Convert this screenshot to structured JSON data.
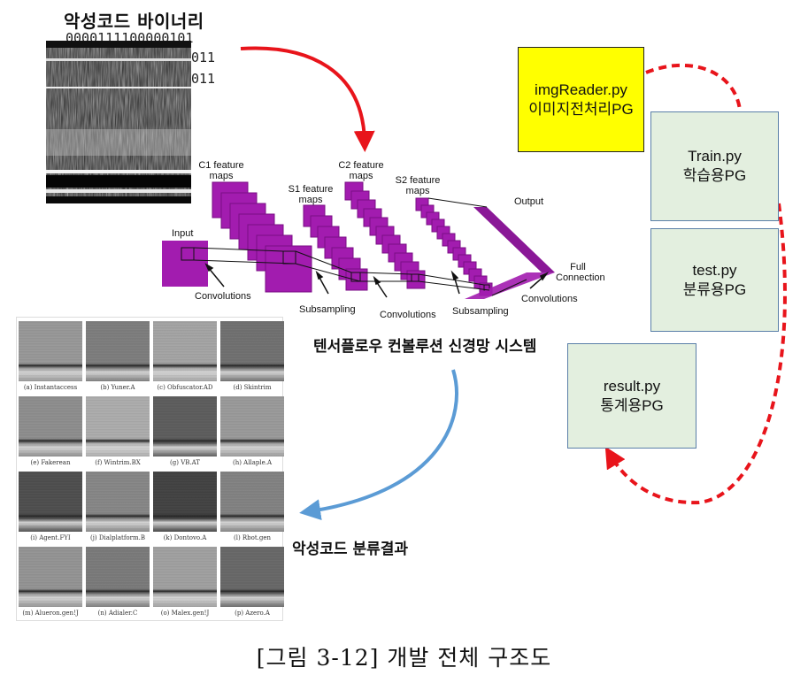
{
  "binary": {
    "title": "악성코드 바이너리",
    "lines": [
      "0000111100000101",
      "011",
      "011"
    ]
  },
  "cnn": {
    "c1": "C1 feature maps",
    "s1": "S1 feature maps",
    "c2": "C2 feature maps",
    "s2": "S2 feature maps",
    "output": "Output",
    "input": "Input",
    "full_connection": "Full Connection",
    "convolutions_1": "Convolutions",
    "subsampling_1": "Subsampling",
    "convolutions_2": "Convolutions",
    "subsampling_2": "Subsampling",
    "convolutions_3": "Convolutions",
    "caption": "텐서플로우 컨볼루션 신경망 시스템",
    "map_color": "#a21caf",
    "map_dark": "#7a0e85"
  },
  "results": {
    "caption": "악성코드 분류결과",
    "samples": [
      "(a) Instantaccess",
      "(b) Yuner.A",
      "(c) Obfuscator.AD",
      "(d) Skintrim",
      "(e) Fakerean",
      "(f) Wintrim.BX",
      "(g) VB.AT",
      "(h) Allaple.A",
      "(i) Agent.FYI",
      "(j) Dialplatform.B",
      "(k) Dontovo.A",
      "(l) Rbot.gen",
      "(m) Alueron.gen!J",
      "(n) Adialer.C",
      "(o) Malex.gen!J",
      "(p) Azero.A"
    ]
  },
  "programs": {
    "imgreader": {
      "name": "imgReader.py",
      "desc": "이미지전처리PG",
      "color": "#ffff00"
    },
    "train": {
      "name": "Train.py",
      "desc": "학습용PG",
      "color": "#e3efdf"
    },
    "test": {
      "name": "test.py",
      "desc": "분류용PG",
      "color": "#e3efdf"
    },
    "result": {
      "name": "result.py",
      "desc": "통계용PG",
      "color": "#e3efdf"
    }
  },
  "arrows": {
    "red": "#e8141b",
    "blue": "#5b9bd5"
  },
  "figure_caption": "[그림 3-12] 개발 전체 구조도"
}
